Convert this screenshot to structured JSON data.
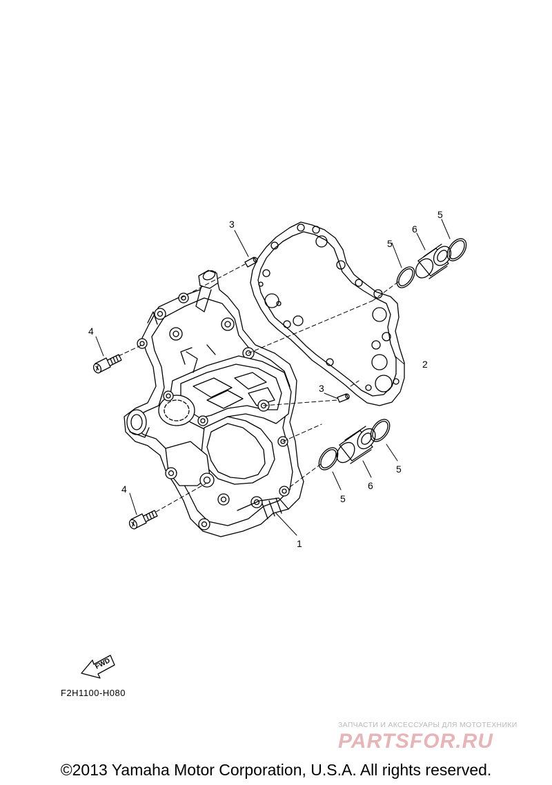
{
  "callouts": {
    "c1": "1",
    "c2": "2",
    "c3a": "3",
    "c3b": "3",
    "c4a": "4",
    "c4b": "4",
    "c5a": "5",
    "c5b": "5",
    "c5c": "5",
    "c5d": "5",
    "c6a": "6",
    "c6b": "6"
  },
  "fwd_label": "FWD",
  "diagram_code": "F2H1100-H080",
  "watermark": {
    "subtitle": "ЗАПЧАСТИ И АКСЕССУАРЫ ДЛЯ МОТОТЕХНИКИ",
    "logo": "PARTSFOR.RU"
  },
  "copyright": "©2013 Yamaha Motor Corporation, U.S.A. All rights reserved."
}
